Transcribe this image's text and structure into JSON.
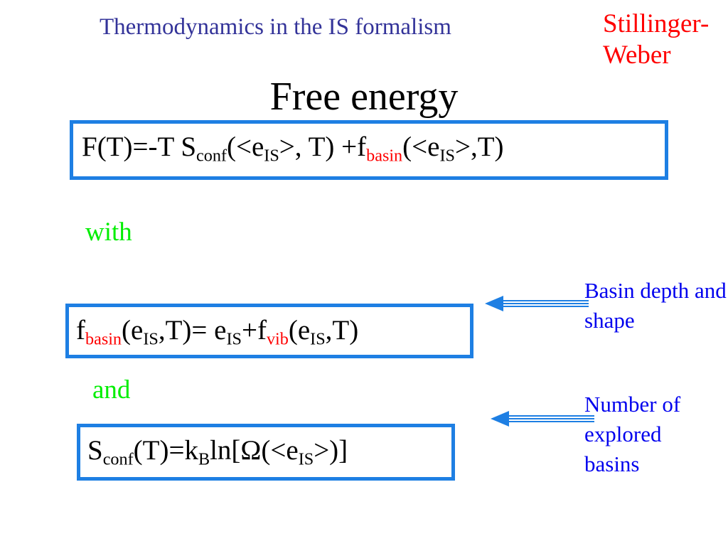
{
  "header": {
    "title": "Thermodynamics in the IS formalism",
    "author_line1": "Stillinger-",
    "author_line2": "Weber"
  },
  "page_title": "Free energy",
  "equation1": {
    "lhs": "F(T)=-T S",
    "sub_conf": "conf",
    "part1": "(<e",
    "sub_is1": "IS",
    "part2": ">, T) +f",
    "sub_basin": "basin",
    "part3": "(<e",
    "sub_is2": "IS",
    "part4": ">,T)"
  },
  "connector_with": "with",
  "equation2": {
    "f": "f",
    "sub_basin": "basin",
    "part1": "(e",
    "sub_is1": "IS",
    "part2": ",T)= e",
    "sub_is2": "IS",
    "part3": "+f",
    "sub_vib": "vib",
    "part4": "(e",
    "sub_is3": "IS",
    "part5": ",T)"
  },
  "connector_and": "and",
  "equation3": {
    "s": "S",
    "sub_conf": "conf",
    "part1": "(T)=k",
    "sub_b": "B",
    "part2": "ln[Ω(<e",
    "sub_is": "IS",
    "part3": ">)]"
  },
  "annotations": {
    "basin_note": "Basin depth and shape",
    "count_note": "Number of explored basins"
  },
  "colors": {
    "title_blue": "#333399",
    "author_red": "#ff0000",
    "box_blue": "#1e7fe3",
    "connector_green": "#00ee00",
    "note_blue": "#0000ee"
  }
}
